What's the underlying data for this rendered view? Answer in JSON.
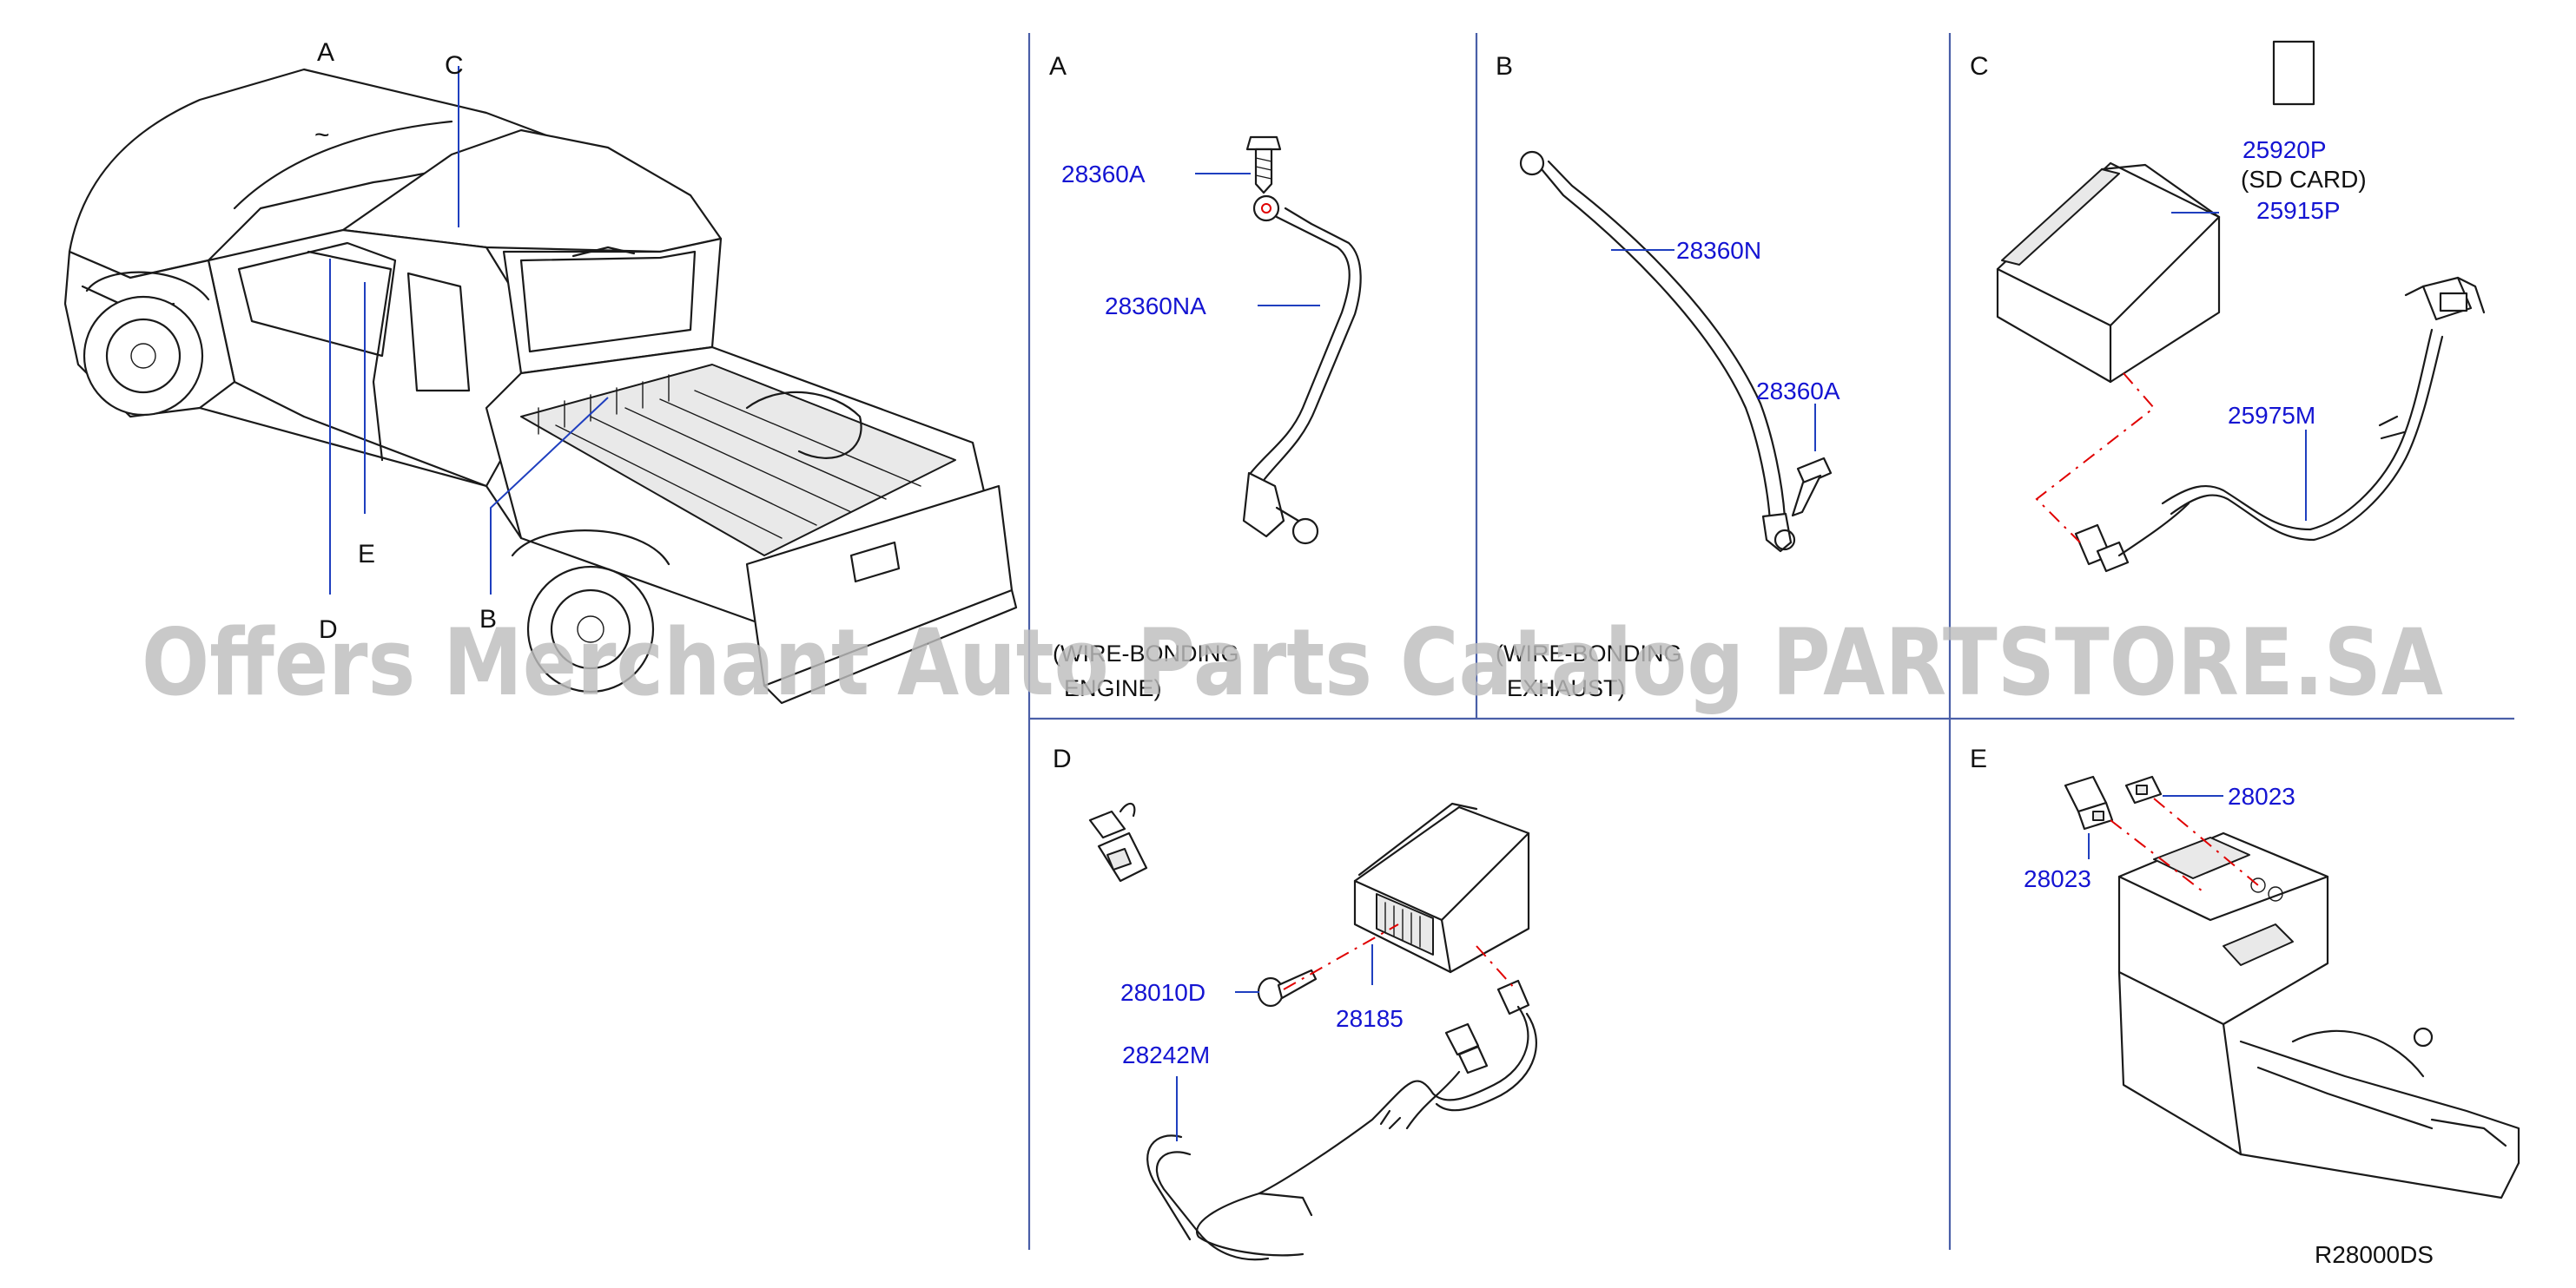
{
  "truck_callouts": {
    "a": "A",
    "b": "B",
    "c": "C",
    "d": "D",
    "e": "E",
    "tilde": "~"
  },
  "panels": {
    "a": {
      "letter": "A",
      "parts": [
        "28360A",
        "28360NA"
      ],
      "caption": [
        "(WIRE-BONDING",
        "ENGINE)"
      ]
    },
    "b": {
      "letter": "B",
      "parts": [
        "28360N",
        "28360A"
      ],
      "caption": [
        "(WIRE-BONDING",
        "EXHAUST)"
      ]
    },
    "c": {
      "letter": "C",
      "parts": [
        "25920P",
        "25915P",
        "25975M"
      ],
      "note": "(SD   CARD)"
    },
    "d": {
      "letter": "D",
      "parts": [
        "28010D",
        "28185",
        "28242M"
      ]
    },
    "e": {
      "letter": "E",
      "parts": [
        "28023",
        "28023"
      ]
    }
  },
  "diagram_code": "R28000DS",
  "watermark": "Offers Merchant Auto Parts Catalog PARTSTORE.SA",
  "colors": {
    "part_number": "#1414d2",
    "divider": "#4a5fa8",
    "phantom_line": "#e00000",
    "watermark": "#bdbdbd"
  }
}
